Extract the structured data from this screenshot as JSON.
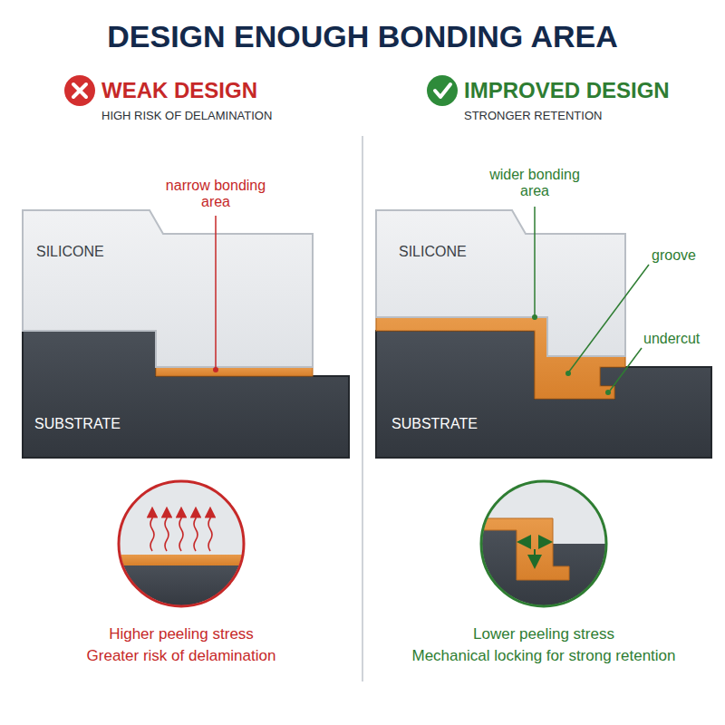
{
  "diagram": {
    "title": "DESIGN ENOUGH BONDING AREA",
    "labels": [
      "WEAK DESIGN",
      "HIGH RISK OF DELAMINATION",
      "SILICONE",
      "narrow bonding area",
      "SUBSTRATE",
      "Higher peeling stress",
      "Greater risk of delamination",
      "IMPROVED DESIGN",
      "STRONGER RETENTION",
      "SILICONE",
      "wider bonding area",
      "groove",
      "undercut",
      "SUBSTRATE",
      "Lower peeling stress",
      "Mechanical locking for strong retention"
    ]
  }
}
